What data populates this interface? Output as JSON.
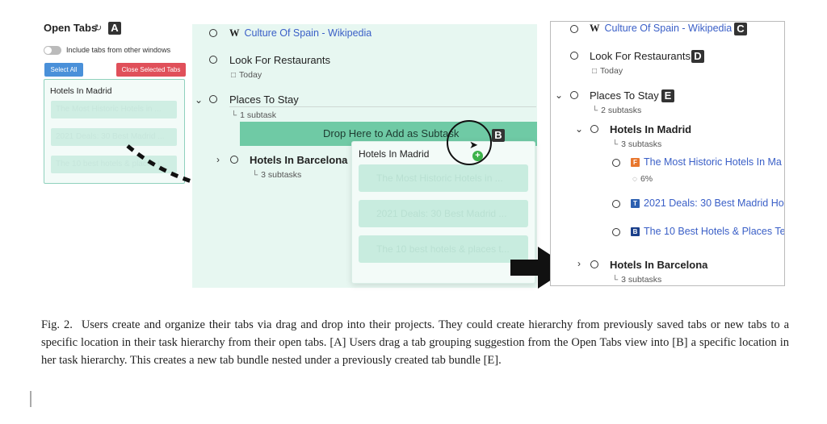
{
  "panel_a": {
    "title": "Open Tabs",
    "refresh_icon": "refresh-icon",
    "label": "A",
    "toggle_label": "Include tabs from other windows",
    "select_all": "Select All",
    "close_selected": "Close Selected Tabs",
    "group_title": "Hotels In Madrid",
    "tabs": [
      "The Most Historic Hotels in ...",
      "2021 Deals: 30 Best Madrid ...",
      "The 10 best hotels & places t..."
    ]
  },
  "panel_b": {
    "wiki_link": "Culture Of Spain - Wikipedia",
    "task1": "Look For Restaurants",
    "task1_date": "Today",
    "task2": "Places To Stay",
    "task2_sub": "1 subtask",
    "drop_text": "Drop Here to Add as Subtask",
    "label": "B",
    "card_title": "Hotels In Madrid",
    "card_tabs": [
      "The Most Historic Hotels in ...",
      "2021 Deals: 30 Best Madrid ...",
      "The 10 best hotels & places t..."
    ],
    "task3": "Hotels In Barcelona",
    "task3_sub": "3 subtasks"
  },
  "panel_c": {
    "wiki_link": "Culture Of Spain - Wikipedia",
    "label_c": "C",
    "task1": "Look For Restaurants",
    "label_d": "D",
    "task1_date": "Today",
    "task2": "Places To Stay",
    "label_e": "E",
    "task2_sub": "2 subtasks",
    "subtask": "Hotels In Madrid",
    "subtask_sub": "3 subtasks",
    "tabs": [
      {
        "title": "The Most Historic Hotels In Ma",
        "fav": "F",
        "color": "#e8772e"
      },
      {
        "title": "2021 Deals: 30 Best Madrid Ho",
        "fav": "T",
        "color": "#2b5fb0"
      },
      {
        "title": "The 10 Best Hotels & Places Te",
        "fav": "B",
        "color": "#1a3f8a"
      }
    ],
    "progress": "6%",
    "task3": "Hotels In Barcelona",
    "task3_sub": "3 subtasks"
  },
  "caption": {
    "fig": "Fig. 2.",
    "text": "Users create and organize their tabs via drag and drop into their projects. They could create hierarchy from previously saved tabs or new tabs to a specific location in their task hierarchy from their open tabs. [A] Users drag a tab grouping suggestion from the Open Tabs view into [B] a specific location in her task hierarchy. This creates a new tab bundle nested under a previously created tab bundle [E]."
  },
  "colors": {
    "accent_green": "#6fcaa5",
    "link_blue": "#3a5fc7",
    "select_blue": "#4a90d9",
    "close_red": "#e0505a"
  }
}
